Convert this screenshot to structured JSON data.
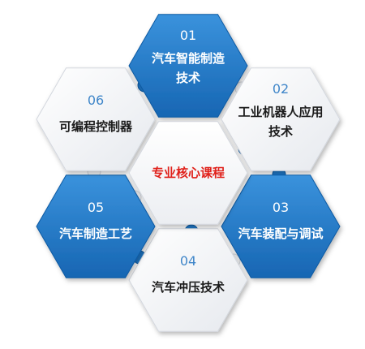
{
  "center": {
    "label": "专业核心课程"
  },
  "courses": [
    {
      "number": "01",
      "lines": [
        "汽车智能制造",
        "技术"
      ],
      "theme": "blue"
    },
    {
      "number": "02",
      "lines": [
        "工业机器人应用",
        "技术"
      ],
      "theme": "white"
    },
    {
      "number": "03",
      "lines": [
        "汽车装配与调试"
      ],
      "theme": "blue"
    },
    {
      "number": "04",
      "lines": [
        "汽车冲压技术"
      ],
      "theme": "white"
    },
    {
      "number": "05",
      "lines": [
        "汽车制造工艺"
      ],
      "theme": "blue"
    },
    {
      "number": "06",
      "lines": [
        "可编程控制器"
      ],
      "theme": "white"
    }
  ],
  "colors": {
    "blue_fill": "#1f78c8",
    "blue_edge": "#0d5aa3",
    "blue_text": "#ffffff",
    "white_fill": "#f6f7f9",
    "white_edge": "#d3d7de",
    "white_number": "#3f86c9",
    "white_text": "#1b1b1b",
    "center_text": "#e0201a",
    "connector": "#1f78c8"
  }
}
